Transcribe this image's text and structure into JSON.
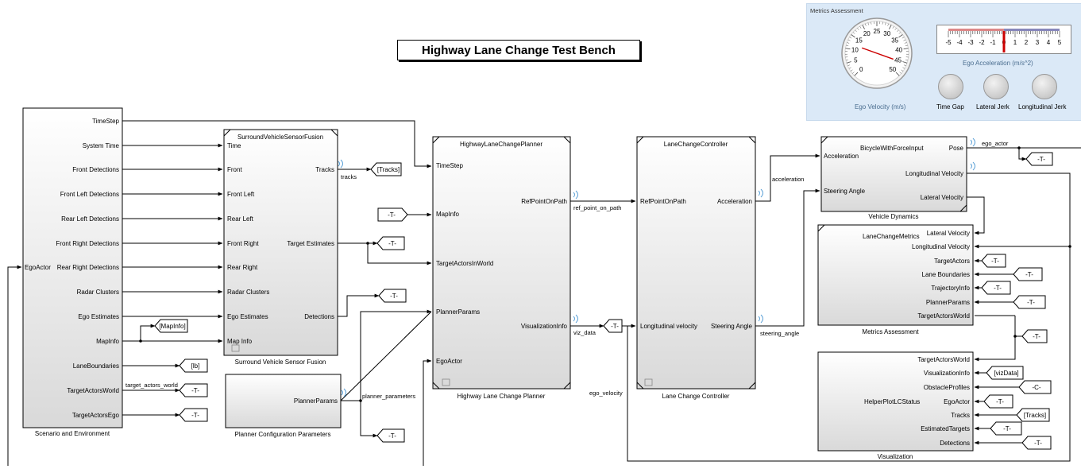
{
  "title": "Highway Lane Change Test Bench",
  "colors": {
    "wifi": "#5aa0d6",
    "dashboard_bg": "#dbe9f7",
    "needle": "#cc0000"
  },
  "dashboard": {
    "title": "Metrics Assessment",
    "velocity_gauge": {
      "label": "Ego Velocity (m/s)",
      "ticks": [
        "0",
        "5",
        "10",
        "15",
        "20",
        "25",
        "30",
        "35",
        "40",
        "45",
        "50"
      ],
      "value": 12
    },
    "accel_gauge": {
      "label": "Ego Acceleration (m/s^2)",
      "ticks": [
        "-5",
        "-4",
        "-3",
        "-2",
        "-1",
        "0",
        "1",
        "2",
        "3",
        "4",
        "5"
      ],
      "value": 0
    },
    "lamps": [
      "Time Gap",
      "Lateral Jerk",
      "Longitudinal Jerk"
    ]
  },
  "blocks": {
    "scenario": {
      "name": "Scenario and Environment",
      "in_ports": [
        "EgoActor"
      ],
      "out_ports": [
        "TimeStep",
        "System Time",
        "Front Detections",
        "Front Left Detections",
        "Rear Left Detections",
        "Front Right Detections",
        "Rear Right Detections",
        "Radar Clusters",
        "Ego Estimates",
        "MapInfo",
        "LaneBoundaries",
        "TargetActorsWorld",
        "TargetActorsEgo"
      ]
    },
    "sensor_fusion": {
      "name": "Surround Vehicle Sensor Fusion",
      "inner_title": "SurroundVehicleSensorFusion",
      "in_ports": [
        "Time",
        "Front",
        "Front Left",
        "Rear Left",
        "Front Right",
        "Rear Right",
        "Radar Clusters",
        "Ego Estimates",
        "Map Info"
      ],
      "out_ports": [
        "Tracks",
        "Target Estimates",
        "Detections"
      ]
    },
    "planner_config": {
      "name": "Planner Configuration Parameters",
      "out_ports": [
        "PlannerParams"
      ]
    },
    "planner": {
      "name": "Highway Lane Change Planner",
      "inner_title": "HighwayLaneChangePlanner",
      "in_ports": [
        "TimeStep",
        "MapInfo",
        "TargetActorsInWorld",
        "PlannerParams",
        "EgoActor"
      ],
      "out_ports": [
        "RefPointOnPath",
        "VisualizationInfo"
      ]
    },
    "controller": {
      "name": "Lane Change Controller",
      "inner_title": "LaneChangeController",
      "in_ports": [
        "RefPointOnPath",
        "Longitudinal velocity"
      ],
      "out_ports": [
        "Acceleration",
        "Steering Angle"
      ]
    },
    "vehicle": {
      "name": "Vehicle Dynamics",
      "inner_title": "BicycleWithForceInput",
      "in_ports": [
        "Acceleration",
        "Steering Angle"
      ],
      "out_ports": [
        "Pose",
        "Longitudinal Velocity",
        "Lateral Velocity"
      ]
    },
    "metrics": {
      "name": "Metrics Assessment",
      "inner_title": "LaneChangeMetrics",
      "in_ports": [
        "Lateral Velocity",
        "Longitudinal Velocity",
        "TargetActors",
        "Lane Boundaries",
        "TrajectoryInfo",
        "PlannerParams",
        "TargetActorsWorld"
      ]
    },
    "visualization": {
      "name": "Visualization",
      "inner_title": "HelperPlotLCStatus",
      "in_ports": [
        "TargetActorsWorld",
        "VisualizationInfo",
        "ObstacleProfiles",
        "EgoActor",
        "Tracks",
        "EstimatedTargets",
        "Detections"
      ]
    }
  },
  "signals": {
    "tracks": "tracks",
    "ref_point": "ref_point_on_path",
    "viz_data": "viz_data",
    "acceleration": "acceleration",
    "steering_angle": "steering_angle",
    "ego_velocity": "ego_velocity",
    "ego_actor": "ego_actor",
    "planner_parameters": "planner_parameters",
    "target_actors_world": "target_actors_world"
  },
  "tags": {
    "tracks": "[Tracks]",
    "mapinfo": "[MapInfo]",
    "lb": "[lb]",
    "T": "-T-",
    "C": "-C-",
    "vizdata": "[vizData]",
    "tracks2": "[Tracks]"
  }
}
